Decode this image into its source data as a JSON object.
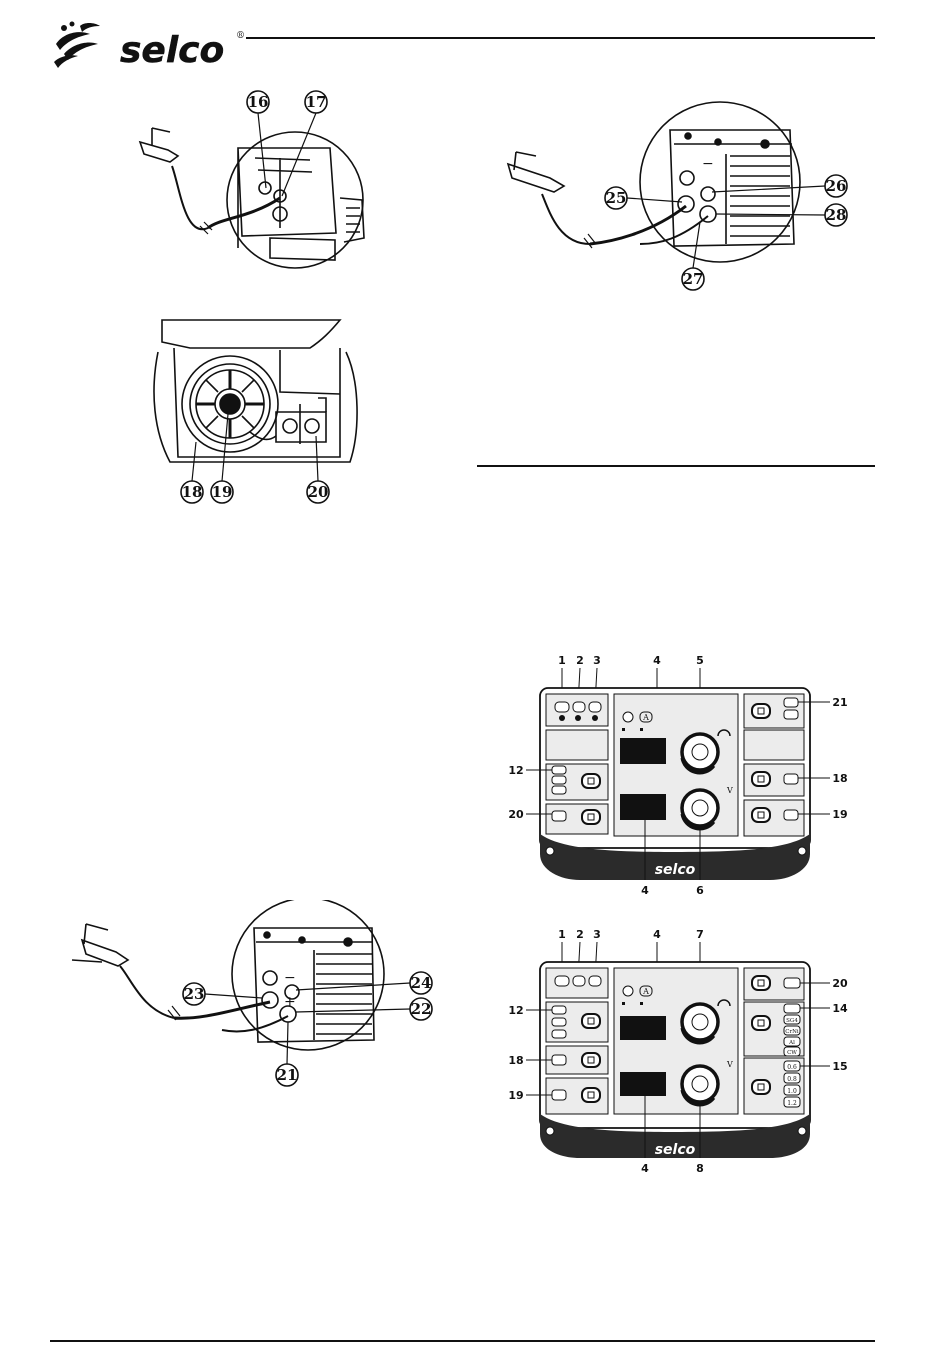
{
  "header": {
    "brand": "selco",
    "registered_mark": "®"
  },
  "fig_ground_clamp_top_left": {
    "callouts": [
      "16",
      "17"
    ]
  },
  "fig_ground_clamp_top_right": {
    "callouts": [
      "25",
      "26",
      "28",
      "27"
    ]
  },
  "fig_spool": {
    "callouts": [
      "18",
      "19",
      "20"
    ]
  },
  "fig_ground_clamp_bottom_left": {
    "callouts": [
      "23",
      "24",
      "22",
      "21"
    ],
    "polarity_minus": "−",
    "polarity_plus": "+"
  },
  "panel1": {
    "callouts_top": [
      "1",
      "2",
      "3",
      "4",
      "5"
    ],
    "callouts_left": [
      "12",
      "20"
    ],
    "callouts_right": [
      "21",
      "18",
      "19"
    ],
    "callouts_bottom": [
      "4",
      "6"
    ],
    "brand": "selco",
    "icon_labels": {
      "a": "A",
      "v": "V"
    }
  },
  "panel2": {
    "callouts_top": [
      "1",
      "2",
      "3",
      "4",
      "7"
    ],
    "callouts_left": [
      "12",
      "18",
      "19"
    ],
    "callouts_right": [
      "20",
      "14",
      "15"
    ],
    "callouts_bottom": [
      "4",
      "8"
    ],
    "brand": "selco",
    "gas_labels": [
      "SG4",
      "CrNi",
      "Al",
      "CW"
    ],
    "wire_labels": [
      "0.6",
      "0.8",
      "1.0",
      "1.2"
    ],
    "icon_labels": {
      "a": "A",
      "v": "V"
    }
  }
}
